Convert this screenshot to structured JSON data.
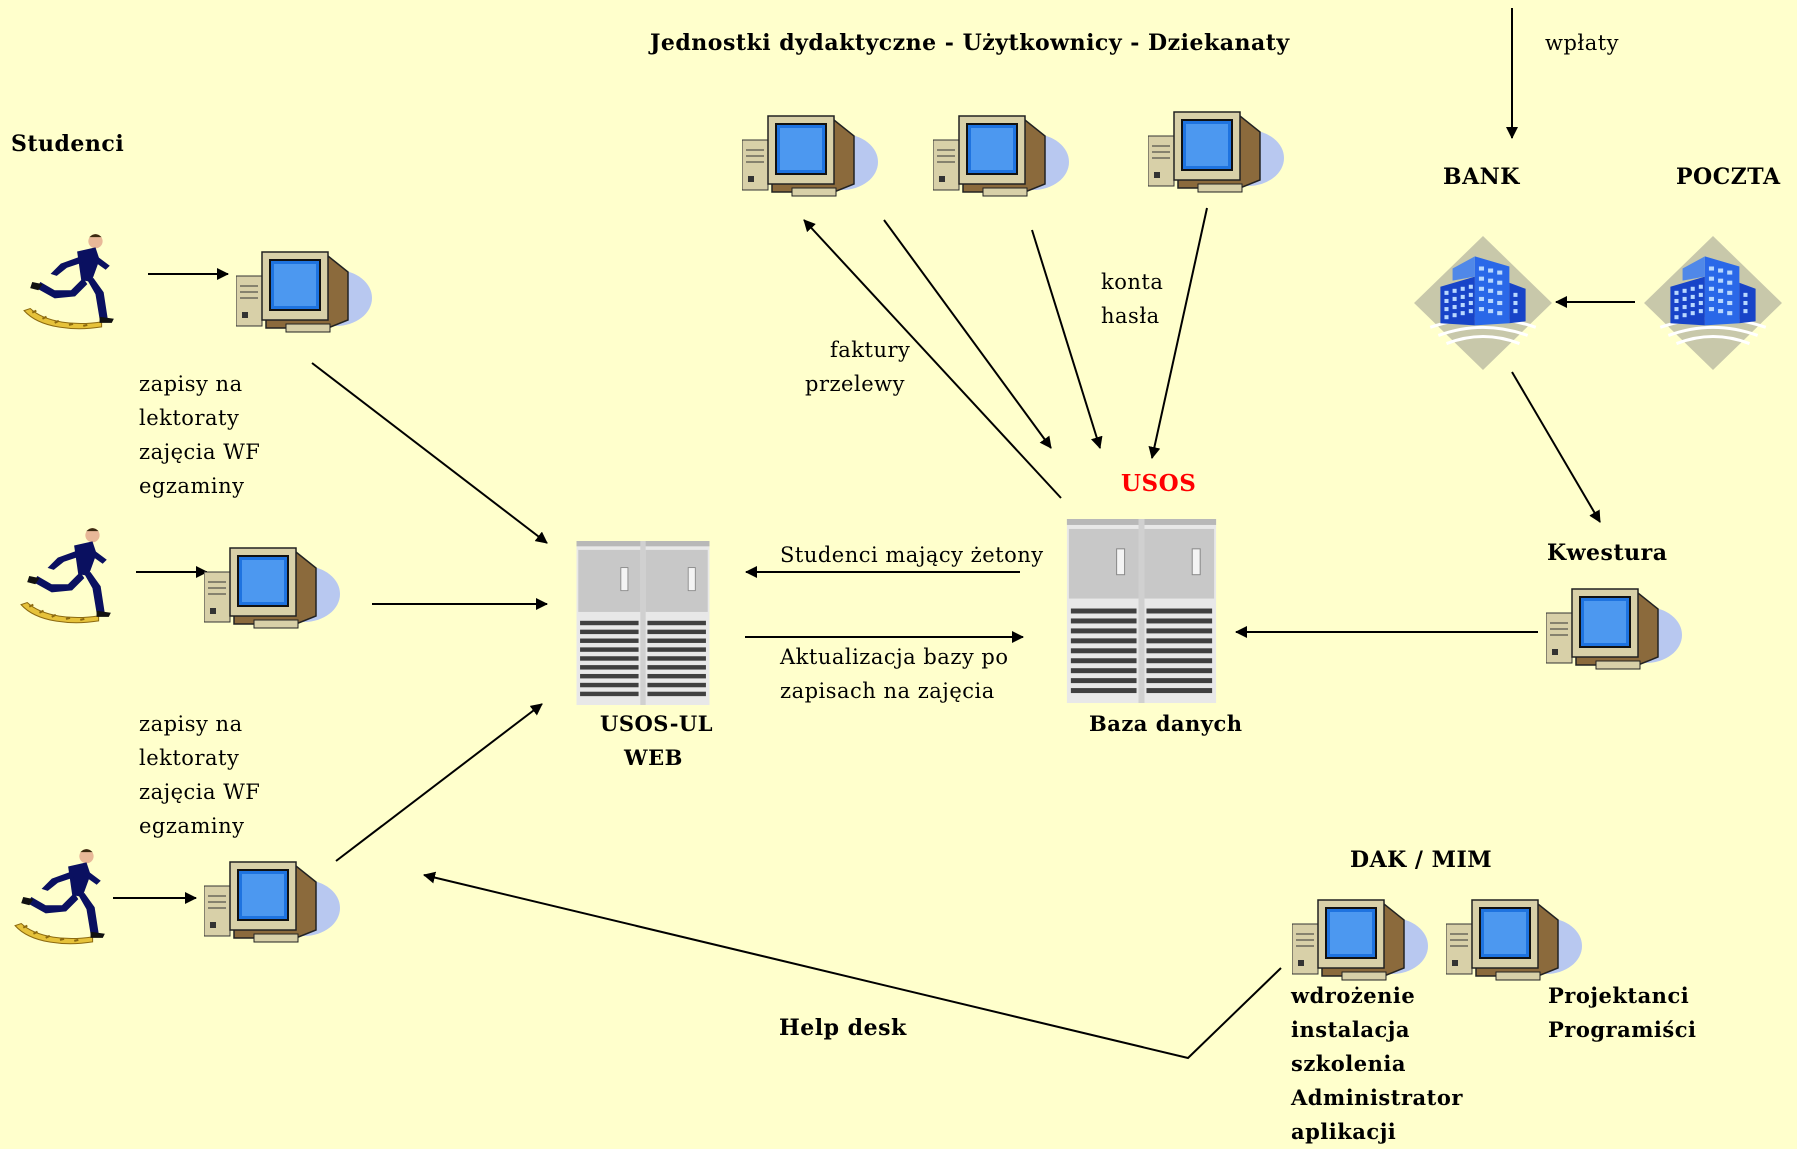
{
  "title": "Jednostki dydaktyczne - Użytkownicy - Dziekanaty",
  "labels": {
    "studenci": "Studenci",
    "wplaty": "wpłaty",
    "bank": "BANK",
    "poczta": "POCZTA",
    "kwestura": "Kwestura",
    "usos": "USOS",
    "baza": "Baza danych",
    "usos_ul": "USOS-UL",
    "web": "WEB",
    "faktury": "faktury",
    "przelewy": "przelewy",
    "konta": "konta",
    "hasla": "hasła",
    "studenci_zetony": "Studenci mający żetony",
    "aktualizacja_1": "Aktualizacja bazy po",
    "aktualizacja_2": "zapisach na zajęcia",
    "help_desk": "Help desk",
    "dak": "DAK / MIM",
    "zapisy1": [
      "zapisy na",
      "lektoraty",
      "zajęcia WF",
      "egzaminy"
    ],
    "zapisy2": [
      "zapisy na",
      "lektoraty",
      "zajęcia WF",
      "egzaminy"
    ],
    "dak_tasks": [
      "wdrożenie",
      "instalacja",
      "szkolenia",
      "Administrator",
      "aplikacji"
    ],
    "dak_roles": [
      "Projektanci",
      "Programiści"
    ]
  }
}
